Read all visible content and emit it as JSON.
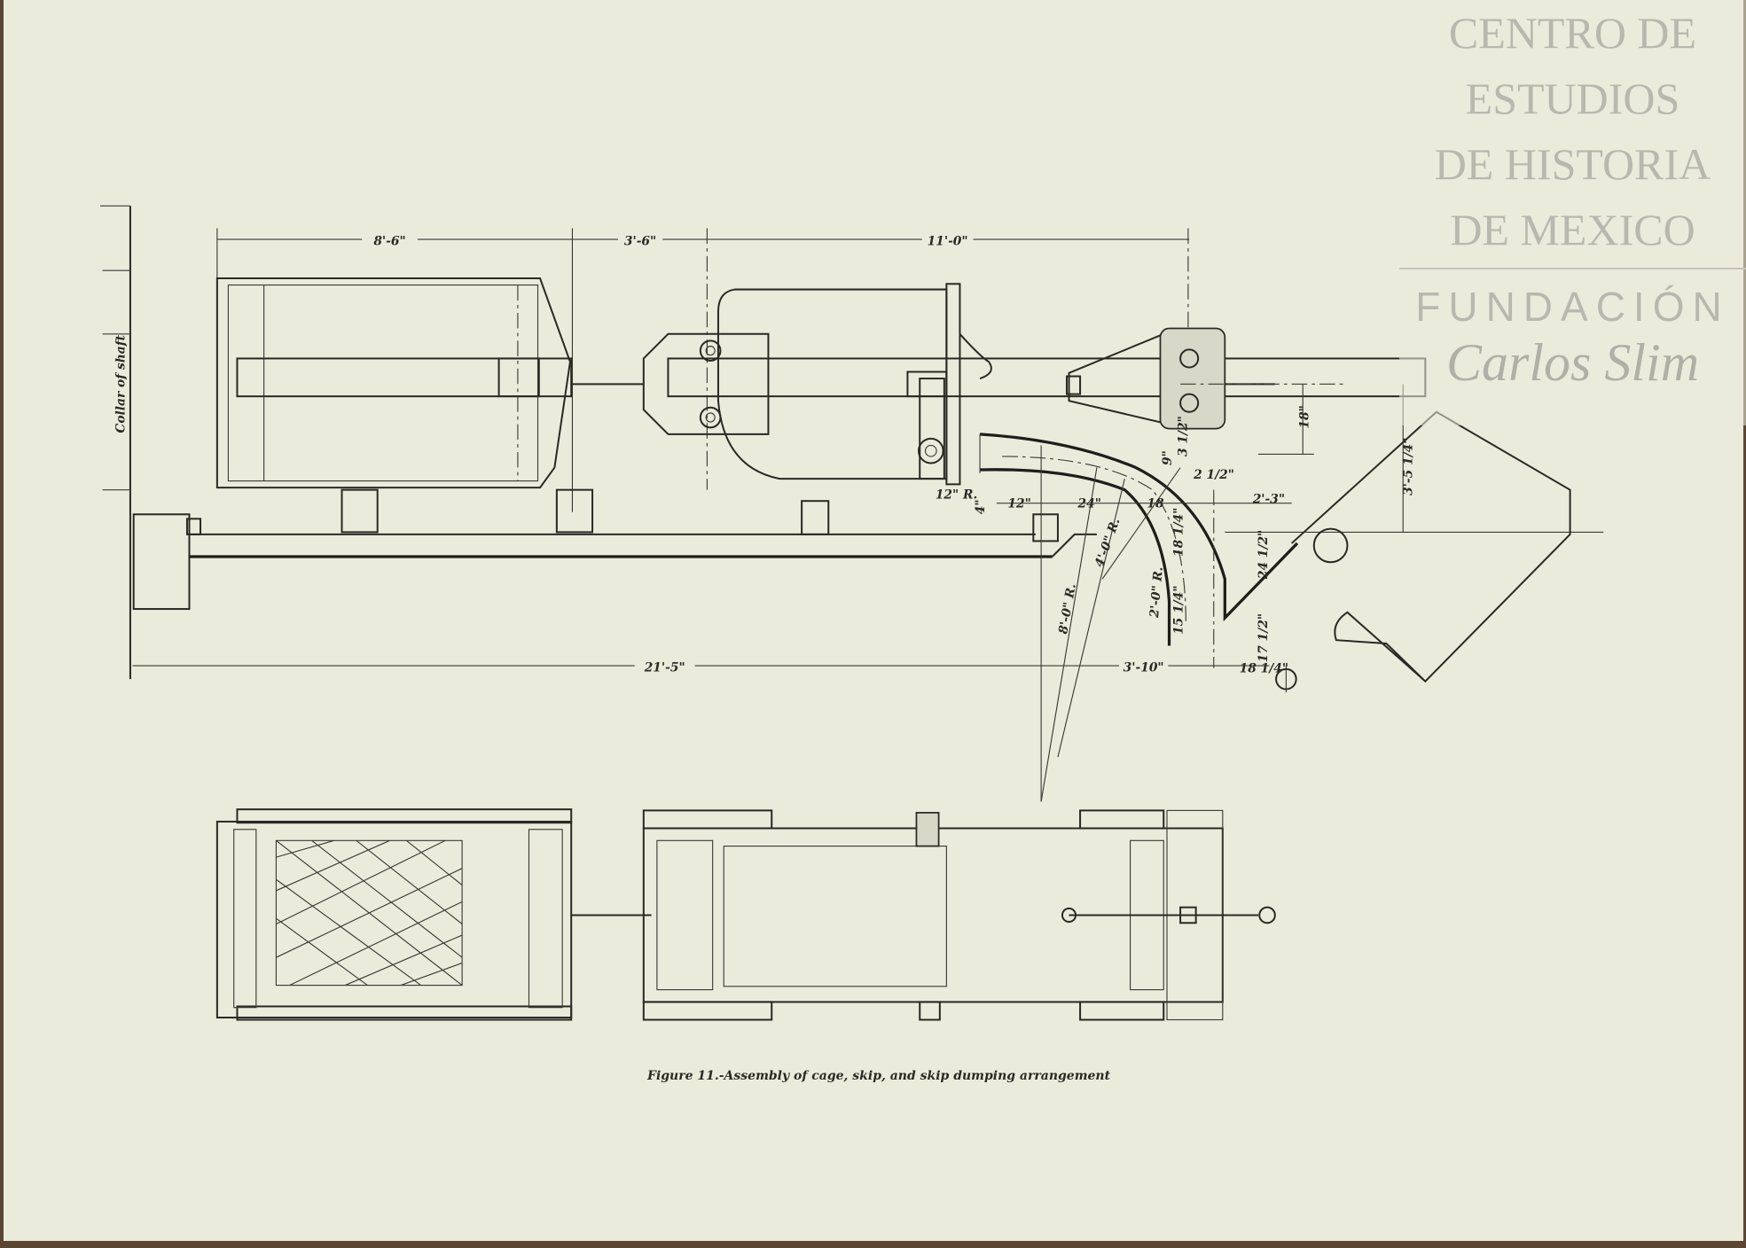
{
  "figure": {
    "caption": "Figure 11.-Assembly of cage, skip, and skip dumping arrangement",
    "shaft_label": "Collar of shaft",
    "dimensions": {
      "cage_length": "8'-6\"",
      "gap": "3'-6\"",
      "skip_length": "11'-0\"",
      "overall": "21'-5\"",
      "dump_span": "3'-10\"",
      "dump_offset": "18 1/4\"",
      "radius_small": "12\" R.",
      "seg_12": "12\"",
      "seg_24": "24\"",
      "seg_18": "18",
      "seg_2_3": "2'-3\"",
      "height_3_5": "3'-5 1/4\"",
      "height_18": "18\"",
      "gap_2_5": "2 1/2\"",
      "gap_9": "9\"",
      "gap_3_5": "3 1/2\"",
      "radius_8": "8'-0\" R.",
      "radius_4": "4'-0\" R.",
      "radius_2": "2'-0\" R.",
      "v_15": "15 1/4\"",
      "v_18": "18 1/4\"",
      "v_24": "24 1/2\"",
      "v_17": "17 1/2\"",
      "small_4": "4\""
    }
  },
  "watermark": {
    "lines": [
      "CENTRO DE",
      "ESTUDIOS",
      "DE HISTORIA",
      "DE MEXICO"
    ],
    "foundation": "FUNDACIÓN",
    "signature": "Carlos Slim"
  }
}
